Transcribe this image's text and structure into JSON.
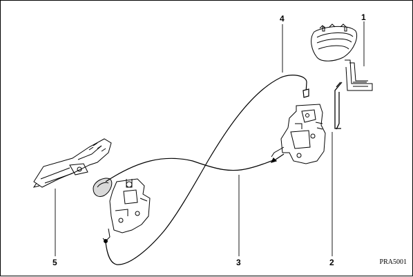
{
  "callouts": [
    {
      "id": "1",
      "label": "1"
    },
    {
      "id": "2",
      "label": "2"
    },
    {
      "id": "3",
      "label": "3"
    },
    {
      "id": "4",
      "label": "4"
    },
    {
      "id": "5",
      "label": "5"
    }
  ],
  "reference_code": "PRA5001"
}
